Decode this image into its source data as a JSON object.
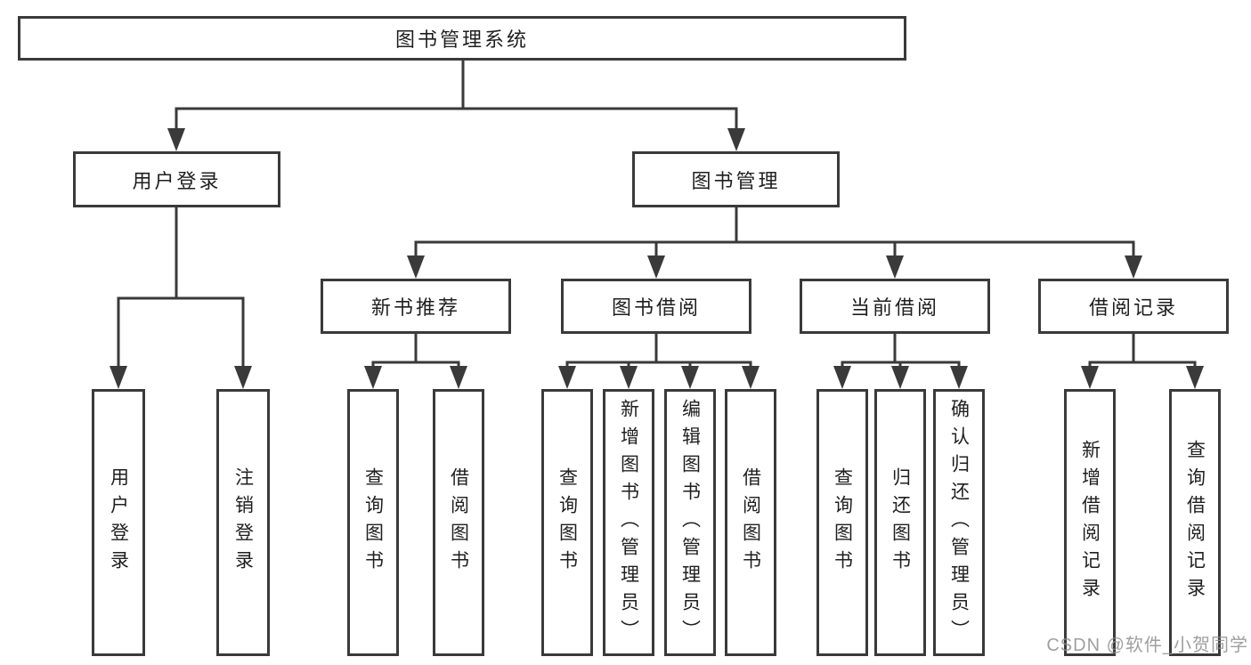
{
  "diagram": {
    "root": "图书管理系统",
    "user_login": {
      "label": "用户登录",
      "children": [
        "用户登录",
        "注销登录"
      ]
    },
    "book_management": {
      "label": "图书管理",
      "sections": [
        {
          "label": "新书推荐",
          "children": [
            "查询图书",
            "借阅图书"
          ]
        },
        {
          "label": "图书借阅",
          "children": [
            "查询图书",
            "新增图书（管理员）",
            "编辑图书（管理员）",
            "借阅图书"
          ]
        },
        {
          "label": "当前借阅",
          "children": [
            "查询图书",
            "归还图书",
            "确认归还（管理员）"
          ]
        },
        {
          "label": "借阅记录",
          "children": [
            "新增借阅记录",
            "查询借阅记录"
          ]
        }
      ]
    }
  },
  "watermark": "CSDN @软件_小贺同学",
  "colors": {
    "line": "#3a3a3a",
    "text": "#1f1f1f",
    "watermark": "#8f8f8f",
    "background": "#ffffff"
  }
}
